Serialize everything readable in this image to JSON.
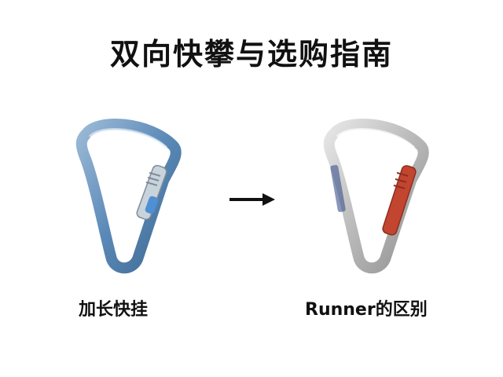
{
  "title": "双向快攀与选购指南",
  "left": {
    "caption": "加长快挂",
    "accent_color": "#5b8ab8",
    "icon": "carabiner-icon"
  },
  "right": {
    "caption": "Runner的区别",
    "accent_color": "#c2452f",
    "icon": "carabiner-icon"
  },
  "arrow": {
    "icon": "arrow-right-icon"
  }
}
